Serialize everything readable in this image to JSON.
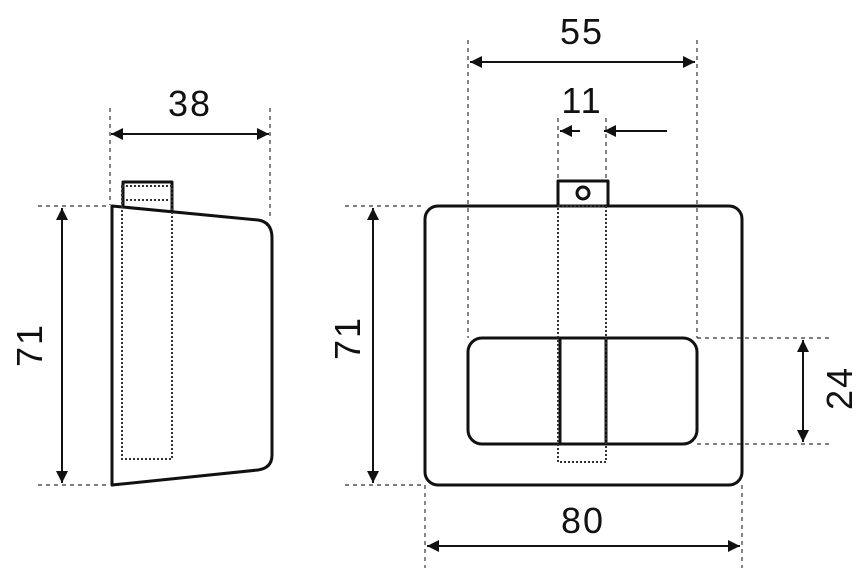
{
  "dimensions": {
    "side_width": "38",
    "side_height": "71",
    "front_top_width": "55",
    "front_slot_width": "11",
    "front_height": "71",
    "front_button_height": "24",
    "front_bottom_width": "80"
  },
  "colors": {
    "line": "#111111",
    "background": "#ffffff"
  }
}
